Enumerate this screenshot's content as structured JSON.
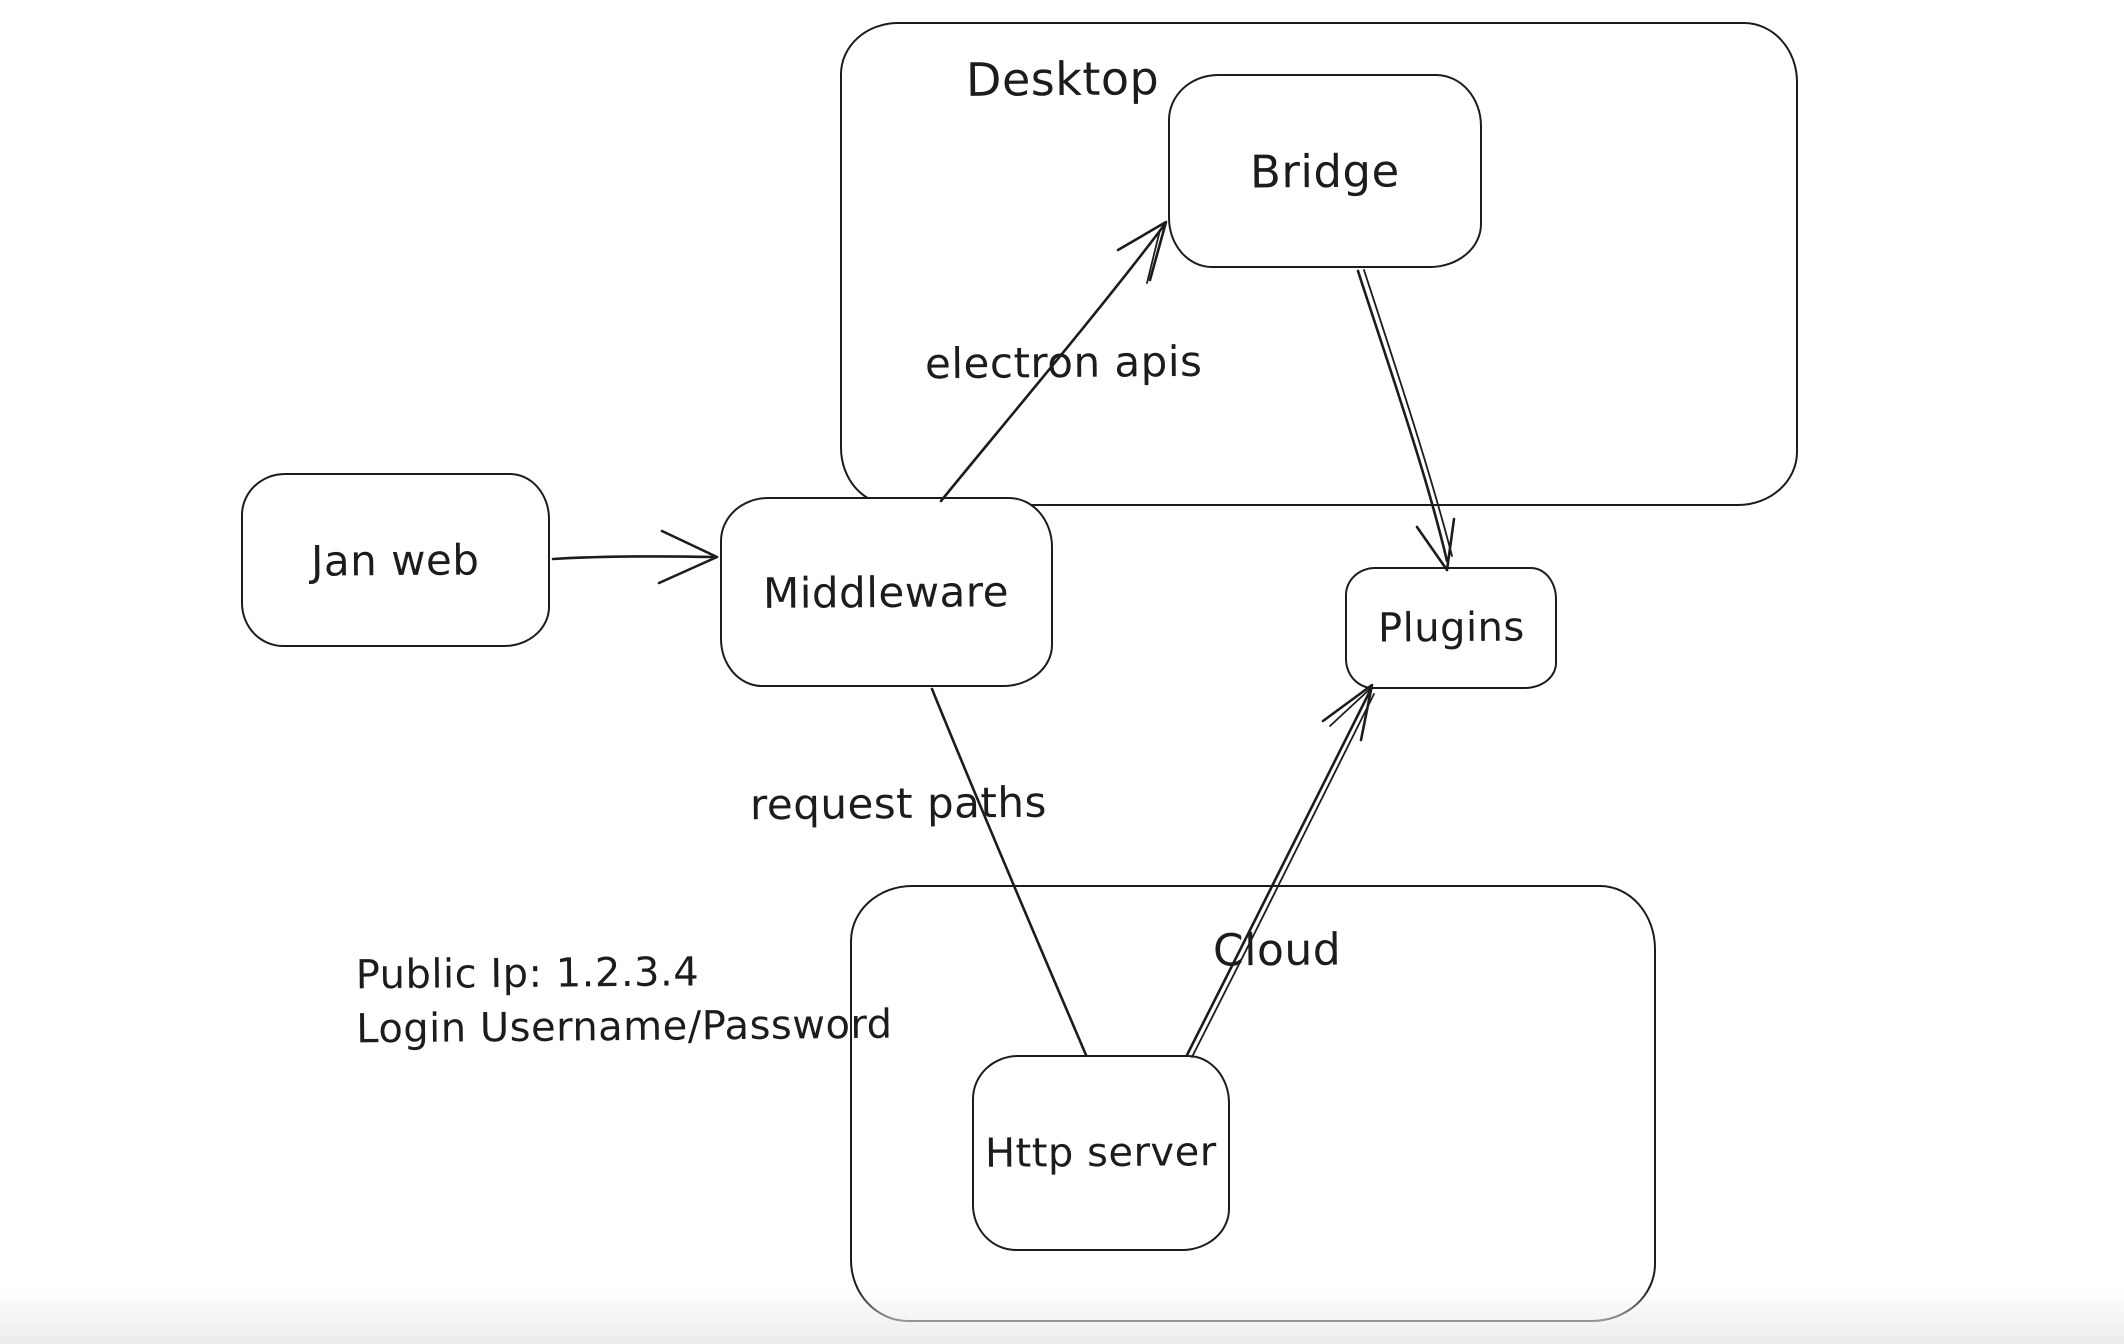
{
  "canvas": {
    "background": "#ffffff",
    "stroke_color": "#1c1c1c",
    "bottom_fade_color": "#ececef"
  },
  "containers": {
    "desktop": {
      "label": "Desktop"
    },
    "cloud": {
      "label": "Cloud"
    }
  },
  "nodes": {
    "jan_web": {
      "label": "Jan web"
    },
    "middleware": {
      "label": "Middleware"
    },
    "bridge": {
      "label": "Bridge"
    },
    "plugins": {
      "label": "Plugins"
    },
    "http_server": {
      "label": "Http server"
    }
  },
  "edge_labels": {
    "electron_apis": "electron apis",
    "request_paths": "request paths"
  },
  "edges": [
    {
      "from": "Jan web",
      "to": "Middleware",
      "label": "",
      "arrowhead": "end"
    },
    {
      "from": "Middleware",
      "to": "Bridge",
      "label": "electron apis",
      "arrowhead": "end"
    },
    {
      "from": "Bridge",
      "to": "Plugins",
      "label": "",
      "arrowhead": "end"
    },
    {
      "from": "Middleware",
      "to": "Http server",
      "label": "request paths",
      "arrowhead": "none"
    },
    {
      "from": "Http server",
      "to": "Plugins",
      "label": "",
      "arrowhead": "end"
    }
  ],
  "notes": {
    "public_ip": "Public Ip: 1.2.3.4",
    "login": "Login Username/Password"
  }
}
